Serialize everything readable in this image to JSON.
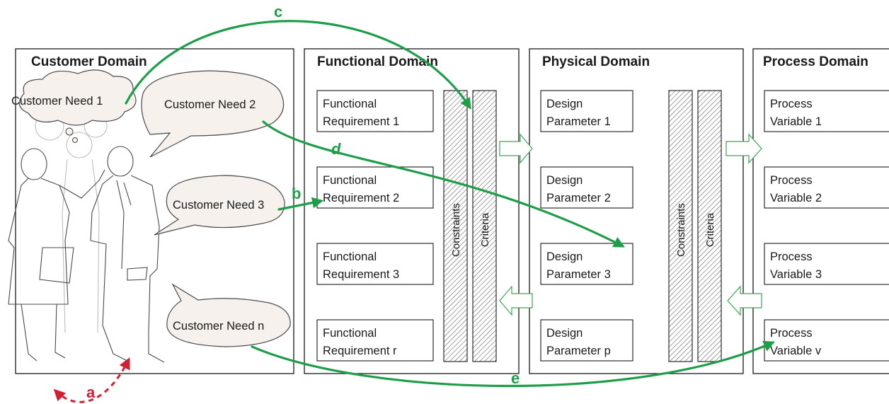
{
  "colors": {
    "green_arrow": "#1e9e48",
    "red_arrow": "#d11f34",
    "hollow_arrow": "#3aa857",
    "box_stroke": "#1a1a1a",
    "bubble_fill": "#f6f1ec",
    "hatch": "#555555"
  },
  "domains": {
    "customer": {
      "title": "Customer Domain",
      "needs": [
        "Customer Need 1",
        "Customer Need 2",
        "Customer Need 3",
        "Customer Need n"
      ]
    },
    "functional": {
      "title": "Functional Domain",
      "items": [
        {
          "line1": "Functional",
          "line2": "Requirement 1"
        },
        {
          "line1": "Functional",
          "line2": "Requirement 2"
        },
        {
          "line1": "Functional",
          "line2": "Requirement 3"
        },
        {
          "line1": "Functional",
          "line2": "Requirement r"
        }
      ],
      "bars": [
        "Constraints",
        "Criteria"
      ]
    },
    "physical": {
      "title": "Physical Domain",
      "items": [
        {
          "line1": "Design",
          "line2": "Parameter 1"
        },
        {
          "line1": "Design",
          "line2": "Parameter 2"
        },
        {
          "line1": "Design",
          "line2": "Parameter 3"
        },
        {
          "line1": "Design",
          "line2": "Parameter p"
        }
      ],
      "bars": [
        "Constraints",
        "Criteria"
      ]
    },
    "process": {
      "title": "Process Domain",
      "items": [
        {
          "line1": "Process",
          "line2": "Variable 1"
        },
        {
          "line1": "Process",
          "line2": "Variable 2"
        },
        {
          "line1": "Process",
          "line2": "Variable 3"
        },
        {
          "line1": "Process",
          "line2": "Variable v"
        }
      ]
    }
  },
  "arrows": {
    "a": "a",
    "b": "b",
    "c": "c",
    "d": "d",
    "e": "e"
  }
}
